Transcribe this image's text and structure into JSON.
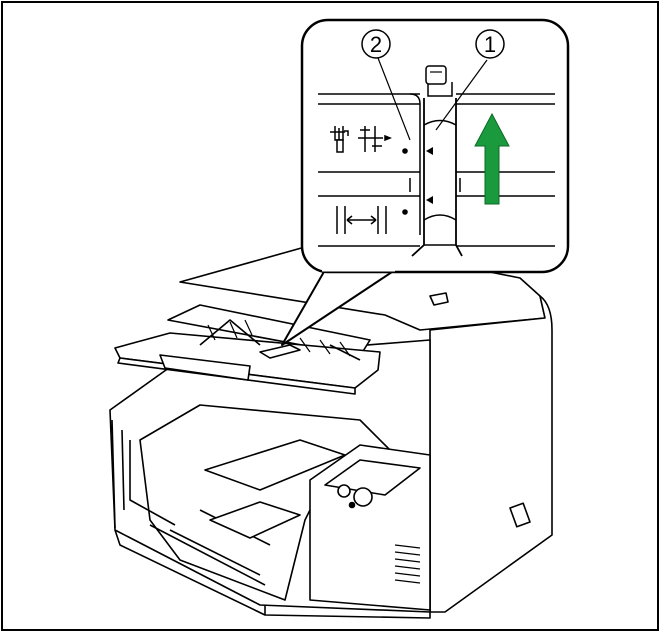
{
  "figure": {
    "callouts": [
      {
        "id": "1",
        "label": "1"
      },
      {
        "id": "2",
        "label": "2"
      }
    ],
    "arrow_color": "#1a9a3c",
    "icons": [
      "paper-guide-position-icon",
      "paper-guide-position-icon",
      "paper-guide-width-icon"
    ]
  }
}
